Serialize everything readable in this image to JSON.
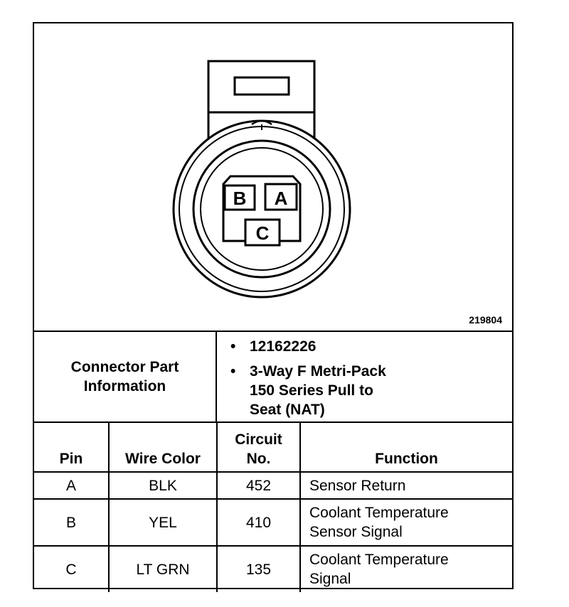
{
  "figure_id": "219804",
  "connector": {
    "pins": [
      "B",
      "A",
      "C"
    ]
  },
  "part_info": {
    "label": "Connector Part\nInformation",
    "items": [
      "12162226",
      "3-Way F Metri-Pack\n150 Series Pull to\nSeat (NAT)"
    ]
  },
  "table": {
    "headers": [
      "Pin",
      "Wire Color",
      "Circuit\nNo.",
      "Function"
    ],
    "rows": [
      {
        "pin": "A",
        "wire_color": "BLK",
        "circuit": "452",
        "function": "Sensor Return"
      },
      {
        "pin": "B",
        "wire_color": "YEL",
        "circuit": "410",
        "function": "Coolant Temperature\nSensor Signal"
      },
      {
        "pin": "C",
        "wire_color": "LT GRN",
        "circuit": "135",
        "function": "Coolant Temperature\nSignal"
      }
    ]
  }
}
